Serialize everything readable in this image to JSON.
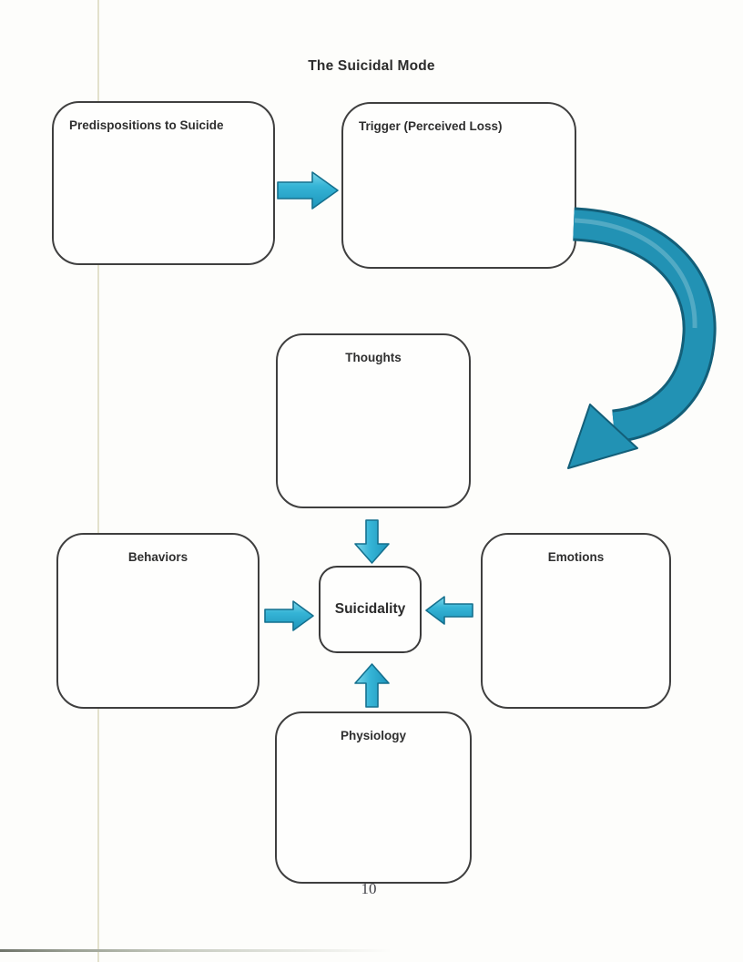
{
  "title": "The Suicidal Mode",
  "page_number": "10",
  "boxes": {
    "predispositions": "Predispositions to Suicide",
    "trigger": "Trigger (Perceived Loss)",
    "thoughts": "Thoughts",
    "behaviors": "Behaviors",
    "emotions": "Emotions",
    "physiology": "Physiology",
    "suicidality": "Suicidality"
  },
  "colors": {
    "arrow_fill": "#2fb0d4",
    "arrow_fill_light": "#7dd6ea",
    "arrow_fill_dark": "#1e95bb",
    "arrow_outline": "#15708e",
    "curved_arrow_fill": "#2292b4",
    "curved_arrow_outline": "#135f79",
    "box_border": "#3f3f3f",
    "text_color": "#2f2f2f"
  }
}
